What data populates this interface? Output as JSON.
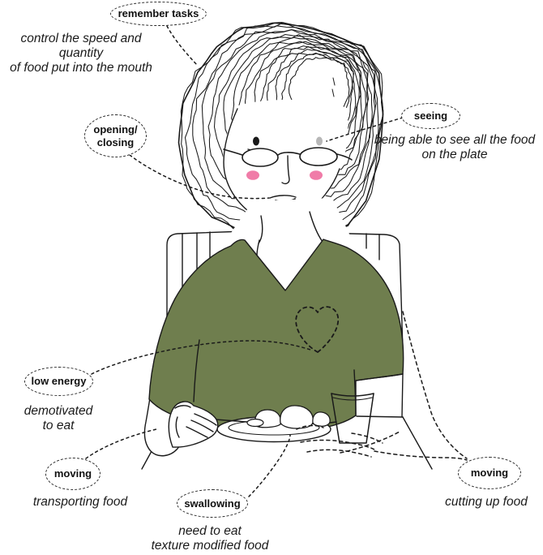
{
  "colors": {
    "line": "#1a1a1a",
    "shirt_green": "#6f7e4e",
    "cheek_pink": "#f07ca8",
    "eye_gray": "#b7b7b7",
    "bubble_border": "#2a2a2a"
  },
  "annotations": {
    "remember_tasks": {
      "label": "remember tasks",
      "caption": "control the speed and quantity\nof food put into the mouth"
    },
    "opening_closing": {
      "label": "opening/\nclosing",
      "caption": ""
    },
    "seeing": {
      "label": "seeing",
      "caption": "being able to see all the food\non the plate"
    },
    "low_energy": {
      "label": "low energy",
      "caption": "demotivated\nto eat"
    },
    "moving_left": {
      "label": "moving",
      "caption": "transporting food"
    },
    "swallowing": {
      "label": "swallowing",
      "caption": "need to eat\ntexture modified food"
    },
    "moving_right": {
      "label": "moving",
      "caption": "cutting up food"
    }
  }
}
